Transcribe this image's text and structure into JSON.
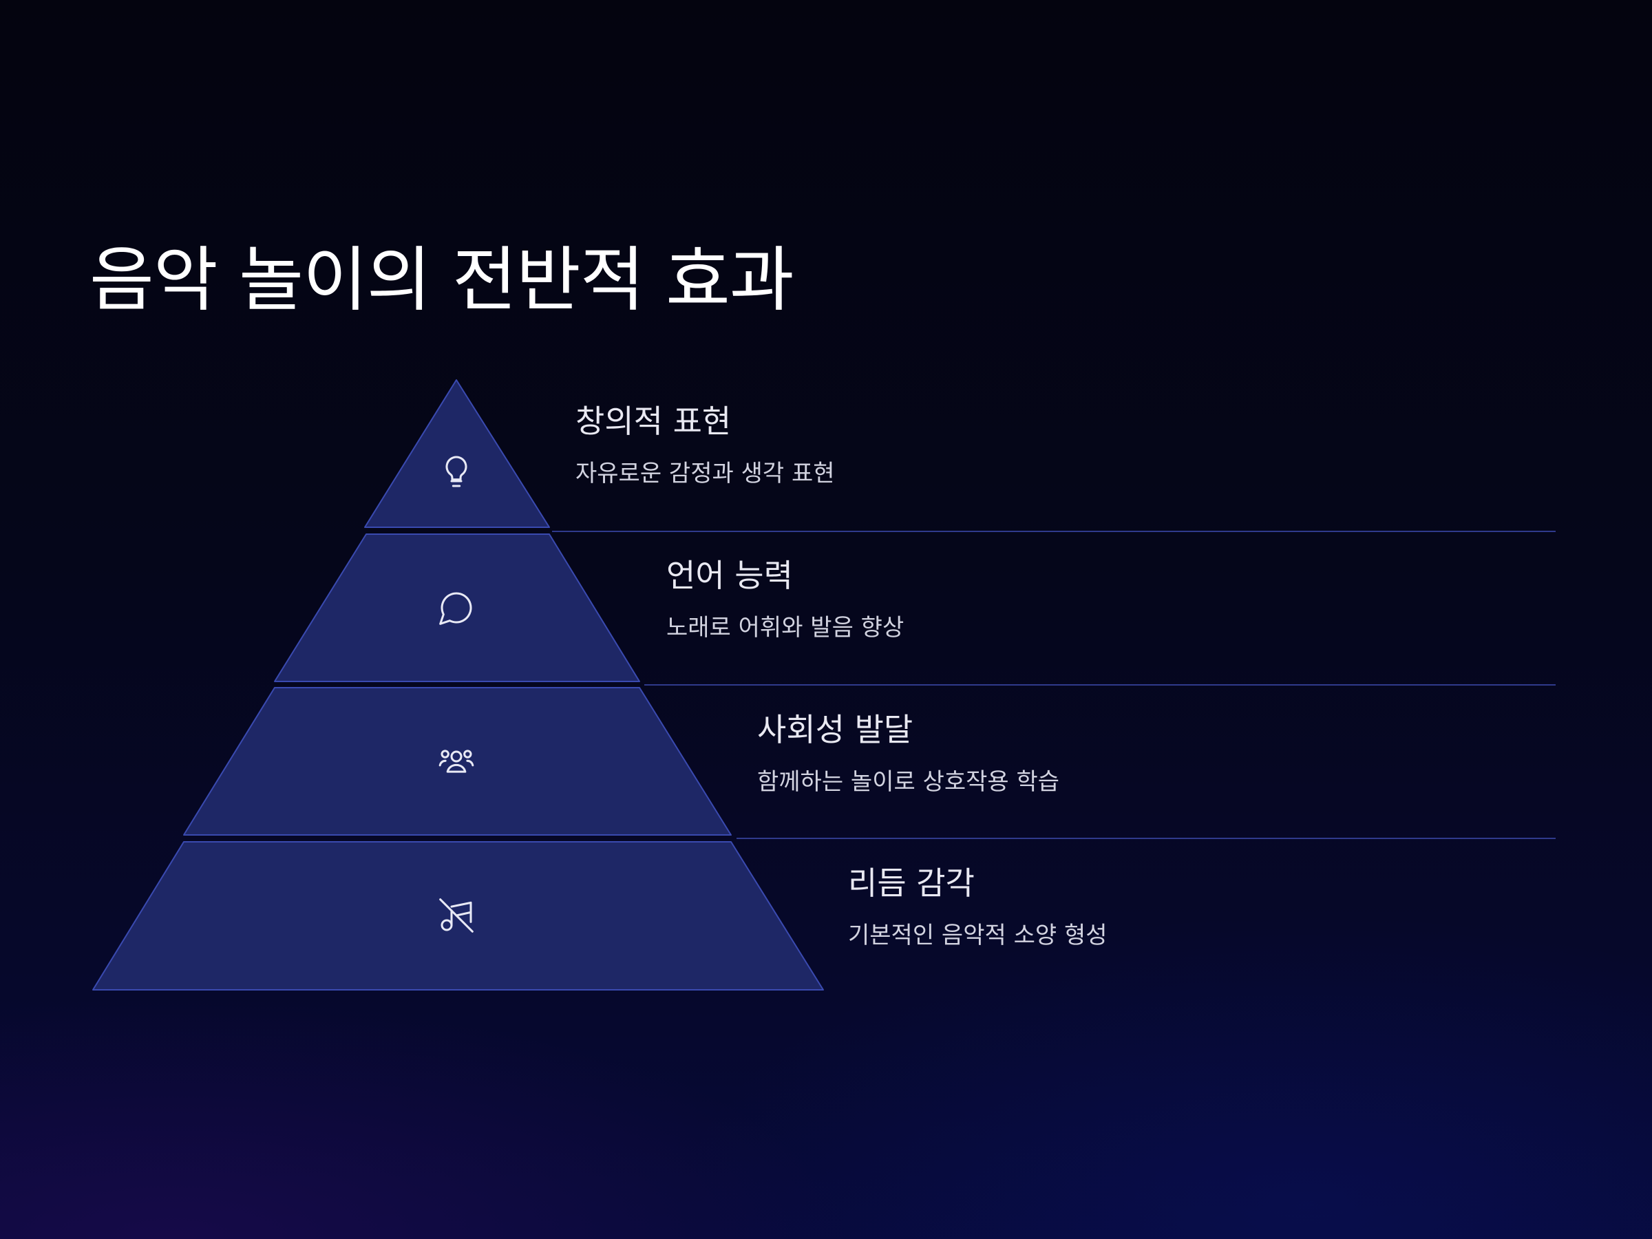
{
  "slide": {
    "title": "음악 놀이의 전반적 효과"
  },
  "pyramid": {
    "levels": [
      {
        "heading": "창의적 표현",
        "description": "자유로운 감정과 생각 표현",
        "icon": "lightbulb-icon"
      },
      {
        "heading": "언어 능력",
        "description": "노래로 어휘와 발음 향상",
        "icon": "speech-bubble-icon"
      },
      {
        "heading": "사회성 발달",
        "description": "함께하는 놀이로 상호작용 학습",
        "icon": "users-icon"
      },
      {
        "heading": "리듬 감각",
        "description": "기본적인 음악적 소양 형성",
        "icon": "music-note-off-icon"
      }
    ]
  },
  "colors": {
    "background": "#04040f",
    "segment_fill": "#1e2766",
    "segment_stroke": "#3a4ab0",
    "divider": "#2f3a8c",
    "heading_text": "#e9e9f2",
    "description_text": "#d2d3e0"
  }
}
